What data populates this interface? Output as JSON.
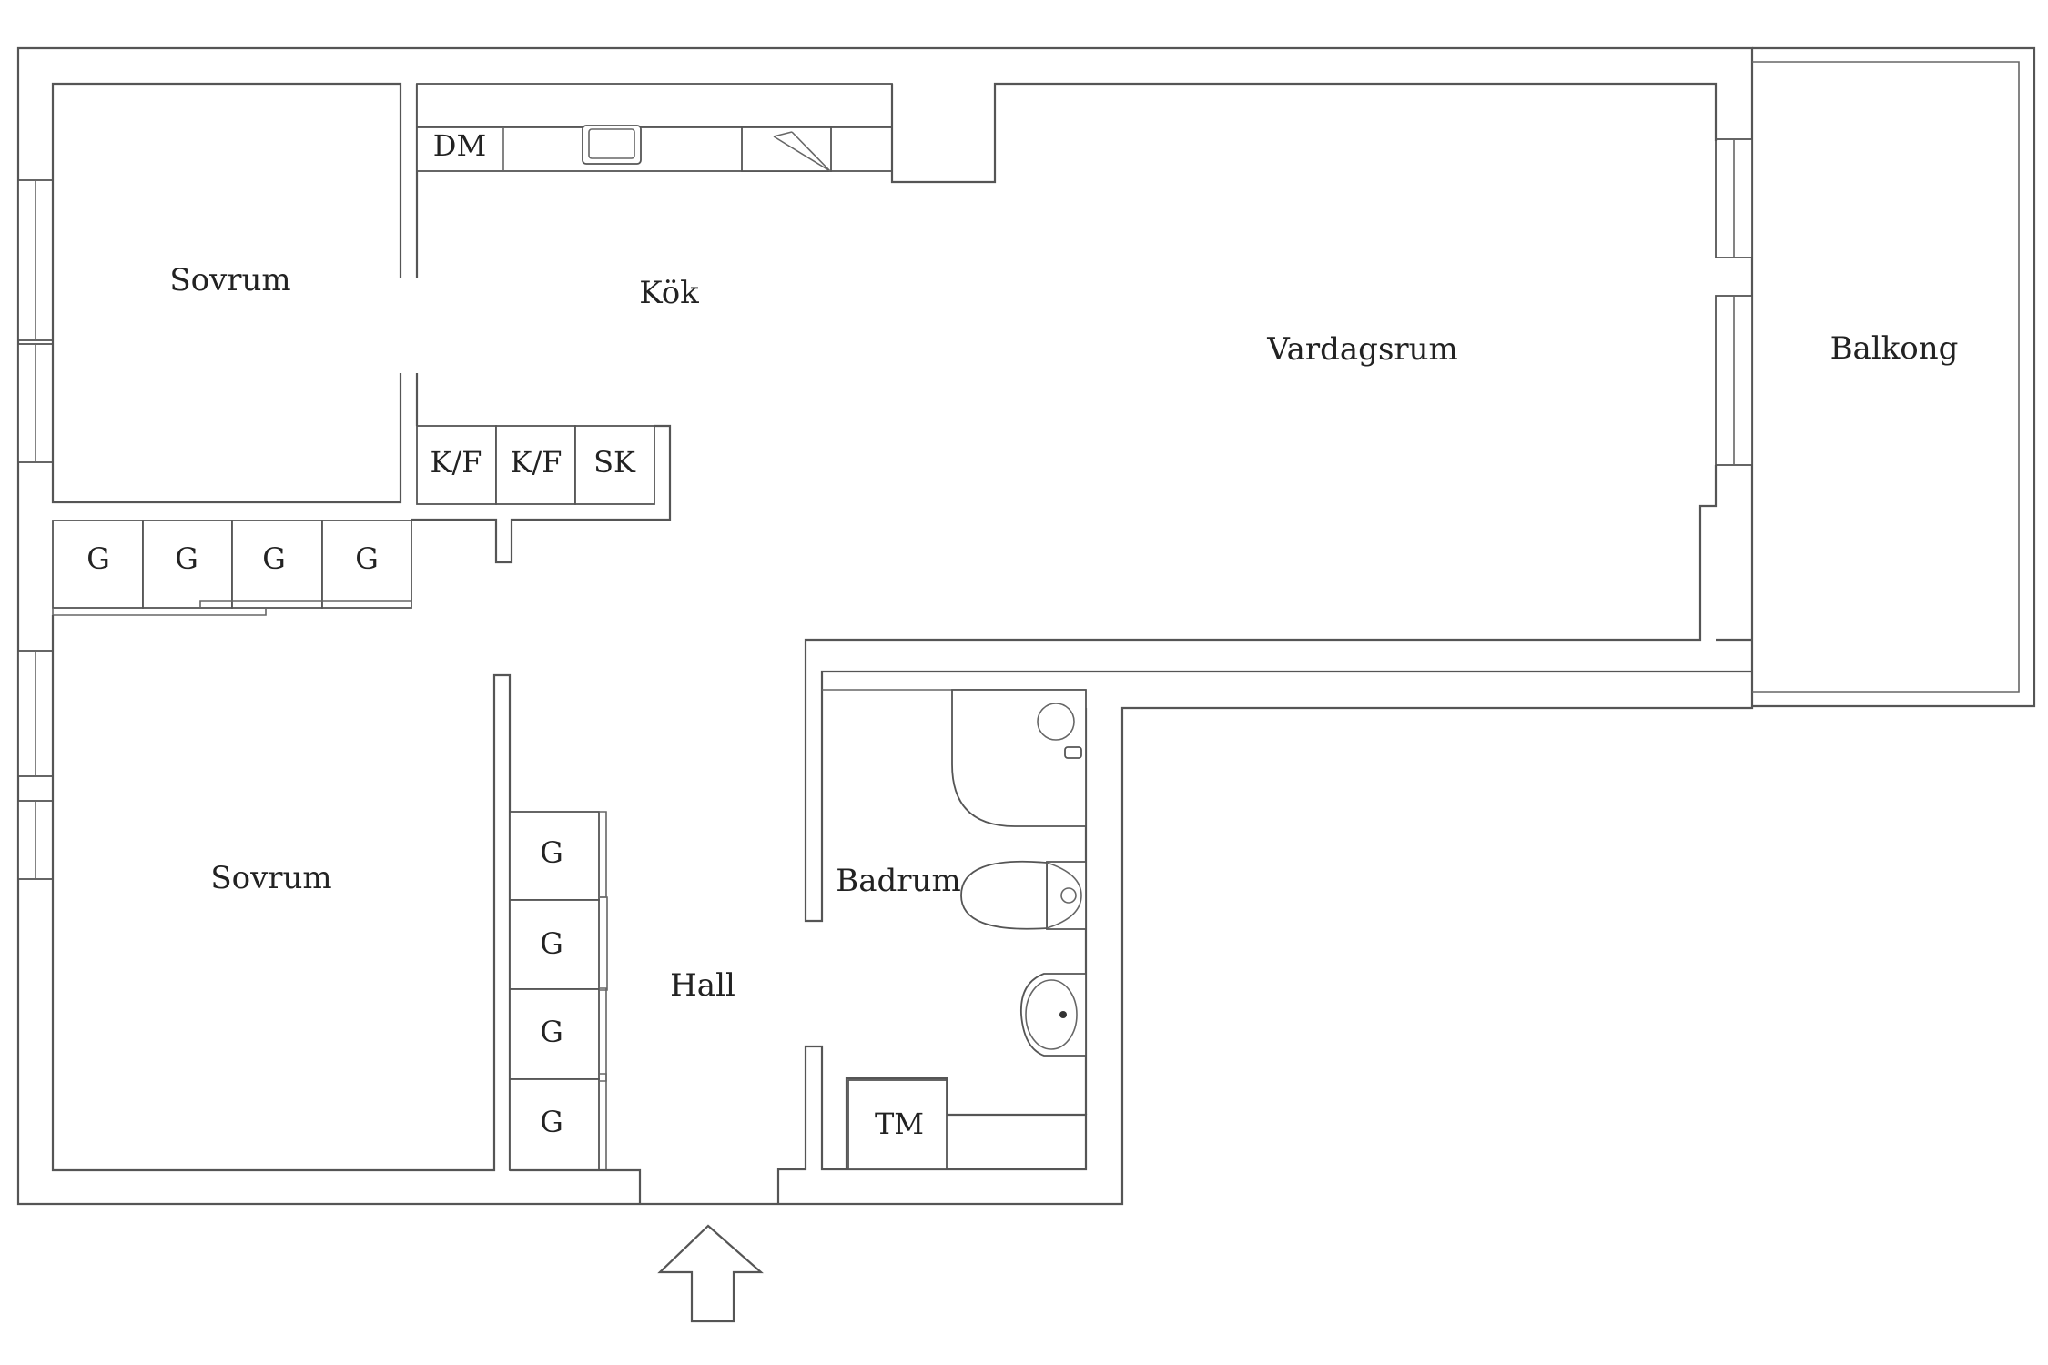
{
  "rooms": {
    "bedroom_top": "Sovrum",
    "kitchen": "Kök",
    "living": "Vardagsrum",
    "balcony": "Balkong",
    "bedroom_bottom": "Sovrum",
    "bathroom": "Badrum",
    "hall": "Hall"
  },
  "fixtures": {
    "dishwasher": "DM",
    "fridge_freezer_1": "K/F",
    "fridge_freezer_2": "K/F",
    "cabinet_sk": "SK",
    "wardrobe": "G",
    "washing_machine": "TM"
  }
}
